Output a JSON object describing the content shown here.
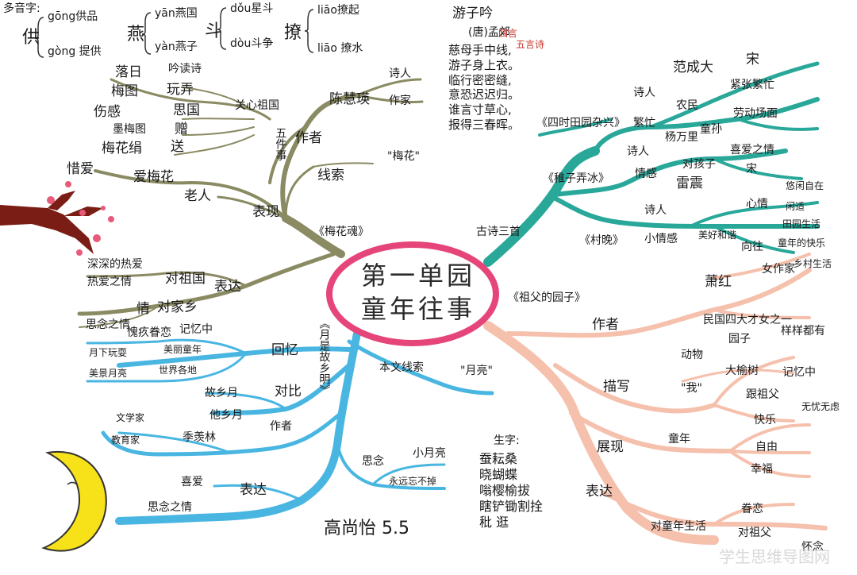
{
  "center": {
    "line1": "第一单园",
    "line2": "童年往事"
  },
  "top_left_notes": {
    "polyphonic_label": "多音字:",
    "gong_char": "供",
    "gong_1": "gōng供品",
    "gong_2": "gòng 提供",
    "yan_char": "燕",
    "yan_1": "yān燕国",
    "yan_2": "yàn燕子",
    "dou_char": "斗",
    "dou_1": "dǒu星斗",
    "dou_2": "dòu斗争",
    "liao_char": "撩",
    "liao_1": "liāo撩起",
    "liao_2": "liāo 撩水"
  },
  "olive_branch": {
    "story": "《梅花魂》",
    "author_label": "作者",
    "author_name": "陈慧瑛",
    "poet": "诗人",
    "writer": "作家",
    "items": [
      "落日",
      "梅图",
      "伤感",
      "墨梅图",
      "梅花绢"
    ],
    "mids": [
      "吟读诗",
      "玩弄",
      "思国",
      "赠",
      "送"
    ],
    "feelings_label": "关心祖国",
    "five_events": "五件事",
    "clue_label": "线索",
    "clue_value": "\"梅花\"",
    "portray_label": "表现",
    "old_man": "老人",
    "love_plum": "爱梅花",
    "xixue": "惜爱",
    "express_label": "表达",
    "to_country": "对祖国",
    "deep_love": "深深的热爱",
    "yearning": "热爱之情",
    "emotion_label": "情",
    "to_hometown": "对家乡",
    "longing": "思念之情",
    "guilt": "愧疚眷恋"
  },
  "teal_branch": {
    "poem": "古诗三首",
    "tangshi_title": "《四时田园杂兴》",
    "fan": "范成大",
    "song": "宋",
    "poet_label": "诗人",
    "farmer": "农民",
    "busy": "繁忙",
    "ltq": "紧张繁忙",
    "work_label": "劳动场面",
    "kids": "童孙",
    "qs_title": "《稚子弄冰》",
    "yang": "杨万里",
    "poet_label2": "诗人",
    "emotion": "情感",
    "love_to_kids": "对孩子",
    "joy": "喜爱之情",
    "song2": "宋",
    "cunwan_title": "《村晚》",
    "lei": "雷震",
    "poet_label3": "诗人",
    "small_emo": "小情感",
    "heart": "心情",
    "xianshi": "悠闲自在",
    "sight": "闲适",
    "scene": "田园生活",
    "harmony": "美好和谐",
    "intend": "向往",
    "kid_life": "童年的快乐",
    "rural": "乡村生活"
  },
  "poem_notes": {
    "title": "游子吟",
    "author": "(唐)孟郊",
    "lines": "慈母手中线,\n游子身上衣。\n临行密密缝,\n意恐迟迟归。\n谁言寸草心,\n报得三春晖。",
    "tag1": "四言",
    "tag2": "五言诗"
  },
  "blue_branch": {
    "title": "《月是故乡明》",
    "memory": "回忆",
    "under_moon": "月下玩耍",
    "beautiful": "美丽童年",
    "memory_mid": "记忆中",
    "seen": "美景月亮",
    "world": "世界各地",
    "text_clue": "本文线索",
    "moon": "\"月亮\"",
    "contrast": "对比",
    "hometown_moon": "故乡月",
    "other_moon": "他乡月",
    "author": "作者",
    "ji": "季羡林",
    "writer": "文学家",
    "educator": "教育家",
    "express": "表达",
    "love": "喜爱",
    "longing": "思念之情",
    "miss": "思念",
    "small_moon": "小月亮",
    "never_forget": "永远忘不掉"
  },
  "pink_branch": {
    "title": "《祖父的园子》",
    "author": "作者",
    "xiao": "萧红",
    "writer_pos": "民国四大才女之一",
    "famous": "女作家",
    "describe": "描写",
    "garden": "园子",
    "many": "样样都有",
    "animals": "动物",
    "me": "\"我\"",
    "memory": "记忆中",
    "grandpa": "跟祖父",
    "bigtree": "大榆树",
    "free_play": "无忧无虑",
    "show": "展现",
    "childhood": "童年",
    "happy": "快乐",
    "free": "自由",
    "bliss": "幸福",
    "express": "表达",
    "to_child": "对童年生活",
    "longing": "眷恋",
    "to_grand": "对祖父",
    "miss": "怀念"
  },
  "vocab": {
    "label": "生字:",
    "lines": "蚕耘桑\n晓蝴蝶\n嗡樱榆拔\n瞎铲锄割拴\n秕 逛"
  },
  "signature": "高尚怡 5.5",
  "watermark": "学生思维导图网"
}
